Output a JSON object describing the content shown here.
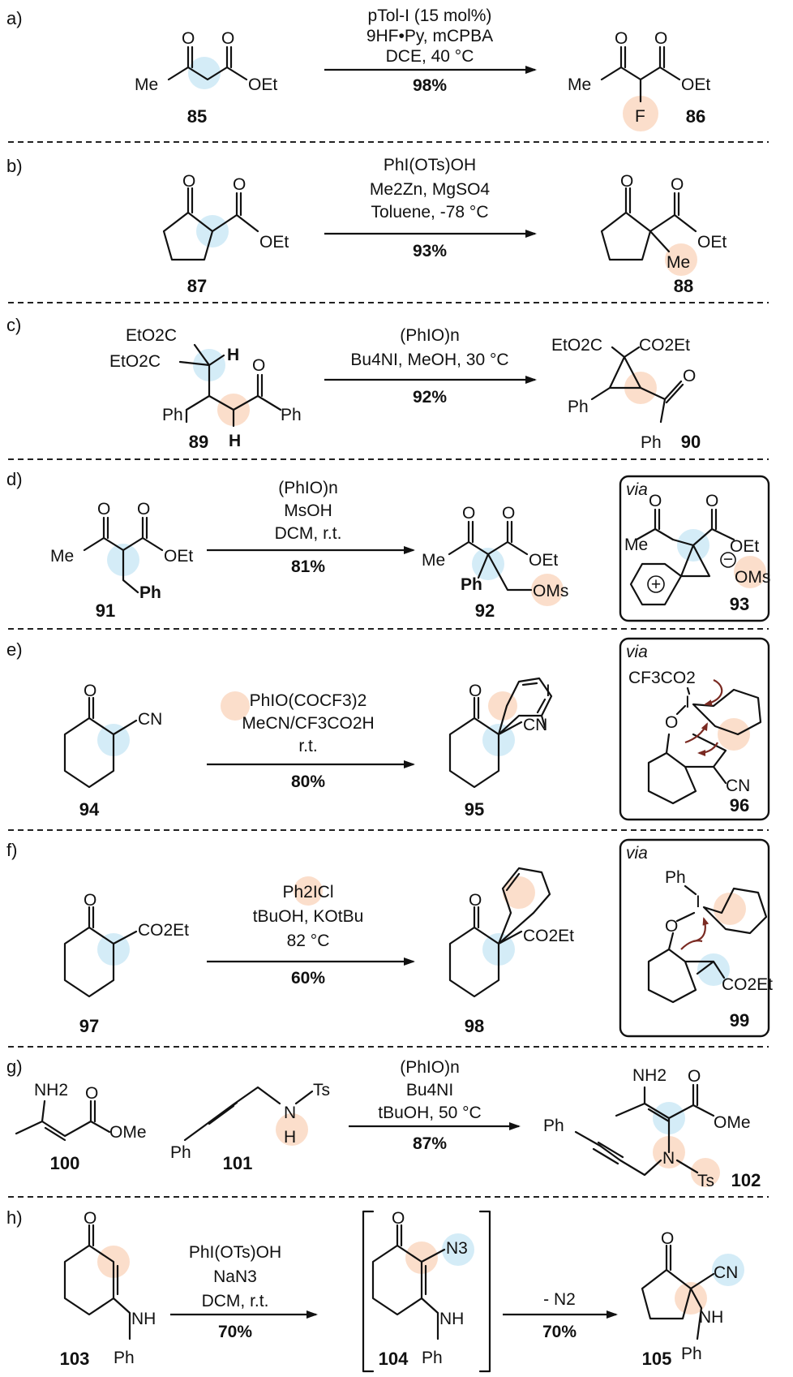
{
  "panels": {
    "a": {
      "letter": "a)",
      "reagents": [
        "pTol-I (15 mol%)",
        "9HF•Py, mCPBA",
        "DCE, 40 °C"
      ],
      "yield": "98%",
      "sm_label": "85",
      "prod_label": "86"
    },
    "b": {
      "letter": "b)",
      "reagents": [
        "PhI(OTs)OH",
        "Me2Zn, MgSO4",
        "Toluene, -78 °C"
      ],
      "yield": "93%",
      "sm_label": "87",
      "prod_label": "88"
    },
    "c": {
      "letter": "c)",
      "reagents": [
        "(PhIO)n",
        "Bu4NI, MeOH, 30 °C"
      ],
      "yield": "92%",
      "sm_label": "89",
      "prod_label": "90"
    },
    "d": {
      "letter": "d)",
      "reagents": [
        "(PhIO)n",
        "MsOH",
        "DCM, r.t."
      ],
      "yield": "81%",
      "sm_label": "91",
      "prod_label": "92",
      "int_label": "93",
      "via": "via"
    },
    "e": {
      "letter": "e)",
      "reagents": [
        "PhIO(COCF3)2",
        "MeCN/CF3CO2H",
        "r.t."
      ],
      "yield": "80%",
      "sm_label": "94",
      "prod_label": "95",
      "int_label": "96",
      "via": "via"
    },
    "f": {
      "letter": "f)",
      "reagents": [
        "Ph2ICl",
        "tBuOH, KOtBu",
        "82 °C"
      ],
      "yield": "60%",
      "sm_label": "97",
      "prod_label": "98",
      "int_label": "99",
      "via": "via"
    },
    "g": {
      "letter": "g)",
      "reagents": [
        "(PhIO)n",
        "Bu4NI",
        "tBuOH, 50 °C"
      ],
      "yield": "87%",
      "sm1_label": "100",
      "sm2_label": "101",
      "prod_label": "102"
    },
    "h": {
      "letter": "h)",
      "reagents": [
        "PhI(OTs)OH",
        "NaN3",
        "DCM, r.t."
      ],
      "yield": "70%",
      "step2_reagent": "- N2",
      "step2_yield": "70%",
      "sm_label": "103",
      "int_label": "104",
      "prod_label": "105"
    }
  },
  "atoms": {
    "Me": "Me",
    "OEt": "OEt",
    "O": "O",
    "F": "F",
    "H": "H",
    "Ph": "Ph",
    "EtO2C": "EtO2C",
    "CO2Et": "CO2Et",
    "OMs": "OMs",
    "CN": "CN",
    "I": "I",
    "CF3CO2": "CF3CO2",
    "NH2": "NH2",
    "OMe": "OMe",
    "N": "N",
    "Ts": "Ts",
    "NH": "NH",
    "N3": "N3",
    "plus": "+",
    "minus": "−"
  },
  "colors": {
    "highlight_blue": "#cfeaf6",
    "highlight_orange": "#fbdcc8",
    "h_green": "#2e8b7a",
    "mech_arrow": "#7a2a22"
  }
}
